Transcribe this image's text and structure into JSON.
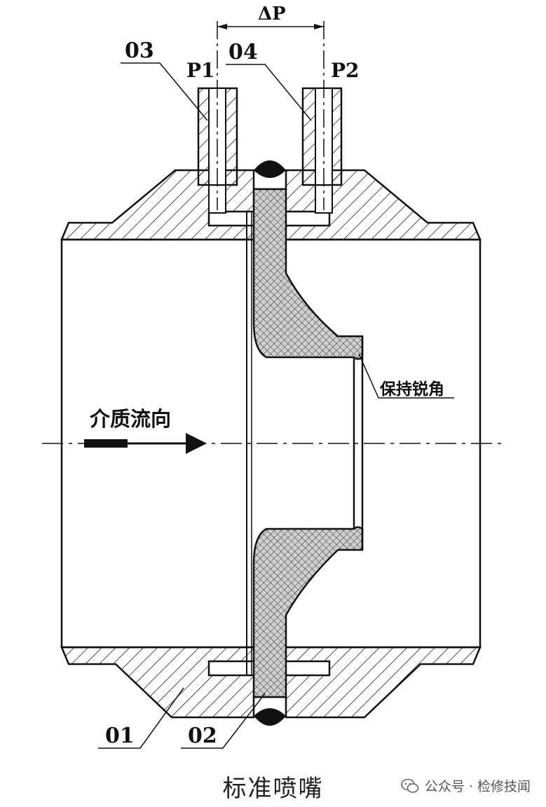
{
  "labels": {
    "delta_p": "ΔP",
    "p1": "P1",
    "p2": "P2",
    "part_03": "03",
    "part_04": "04",
    "part_01": "01",
    "part_02": "02",
    "sharp_edge": "保持锐角",
    "flow_direction": "介质流向"
  },
  "caption": "标准喷嘴",
  "watermark": "公众号 · 检修技闻",
  "colors": {
    "line": "#111111",
    "background": "#ffffff"
  }
}
